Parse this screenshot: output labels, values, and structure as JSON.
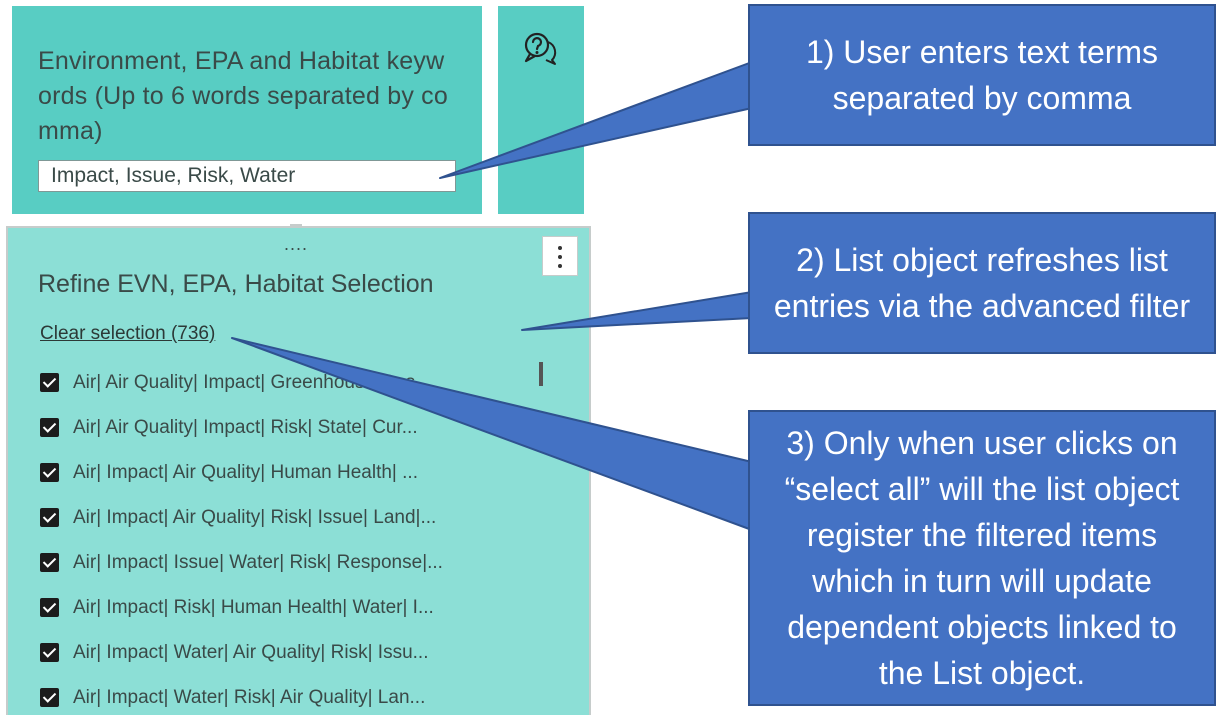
{
  "keyword_panel": {
    "label": "Environment, EPA and Habitat keywords  (Up to 6 words separated by comma)",
    "input_value": "Impact, Issue, Risk, Water"
  },
  "help_panel": {
    "icon": "help-chat-icon"
  },
  "list_panel": {
    "drag_dots": "....",
    "title": "Refine EVN, EPA, Habitat Selection",
    "clear_selection": "Clear selection (736)",
    "items": [
      "Air| Air Quality| Impact| Greenhouse Gas...",
      "Air| Air Quality| Impact| Risk| State| Cur...",
      "Air| Impact| Air Quality| Human Health| ...",
      "Air| Impact| Air Quality| Risk| Issue| Land|...",
      "Air| Impact| Issue| Water| Risk| Response|...",
      "Air| Impact| Risk| Human Health| Water| I...",
      "Air| Impact| Water| Air Quality| Risk| Issu...",
      "Air| Impact| Water| Risk| Air Quality| Lan..."
    ]
  },
  "callouts": [
    "1) User enters text terms separated by comma",
    "2) List object refreshes list entries via the advanced filter",
    "3) Only when user clicks on “select all” will the list object register the filtered items which in turn will update dependent objects linked to the List object."
  ],
  "colors": {
    "panel_teal": "#58cdc3",
    "list_teal": "#8cdfd6",
    "callout_blue": "#4472c4",
    "callout_border": "#2f528f"
  }
}
